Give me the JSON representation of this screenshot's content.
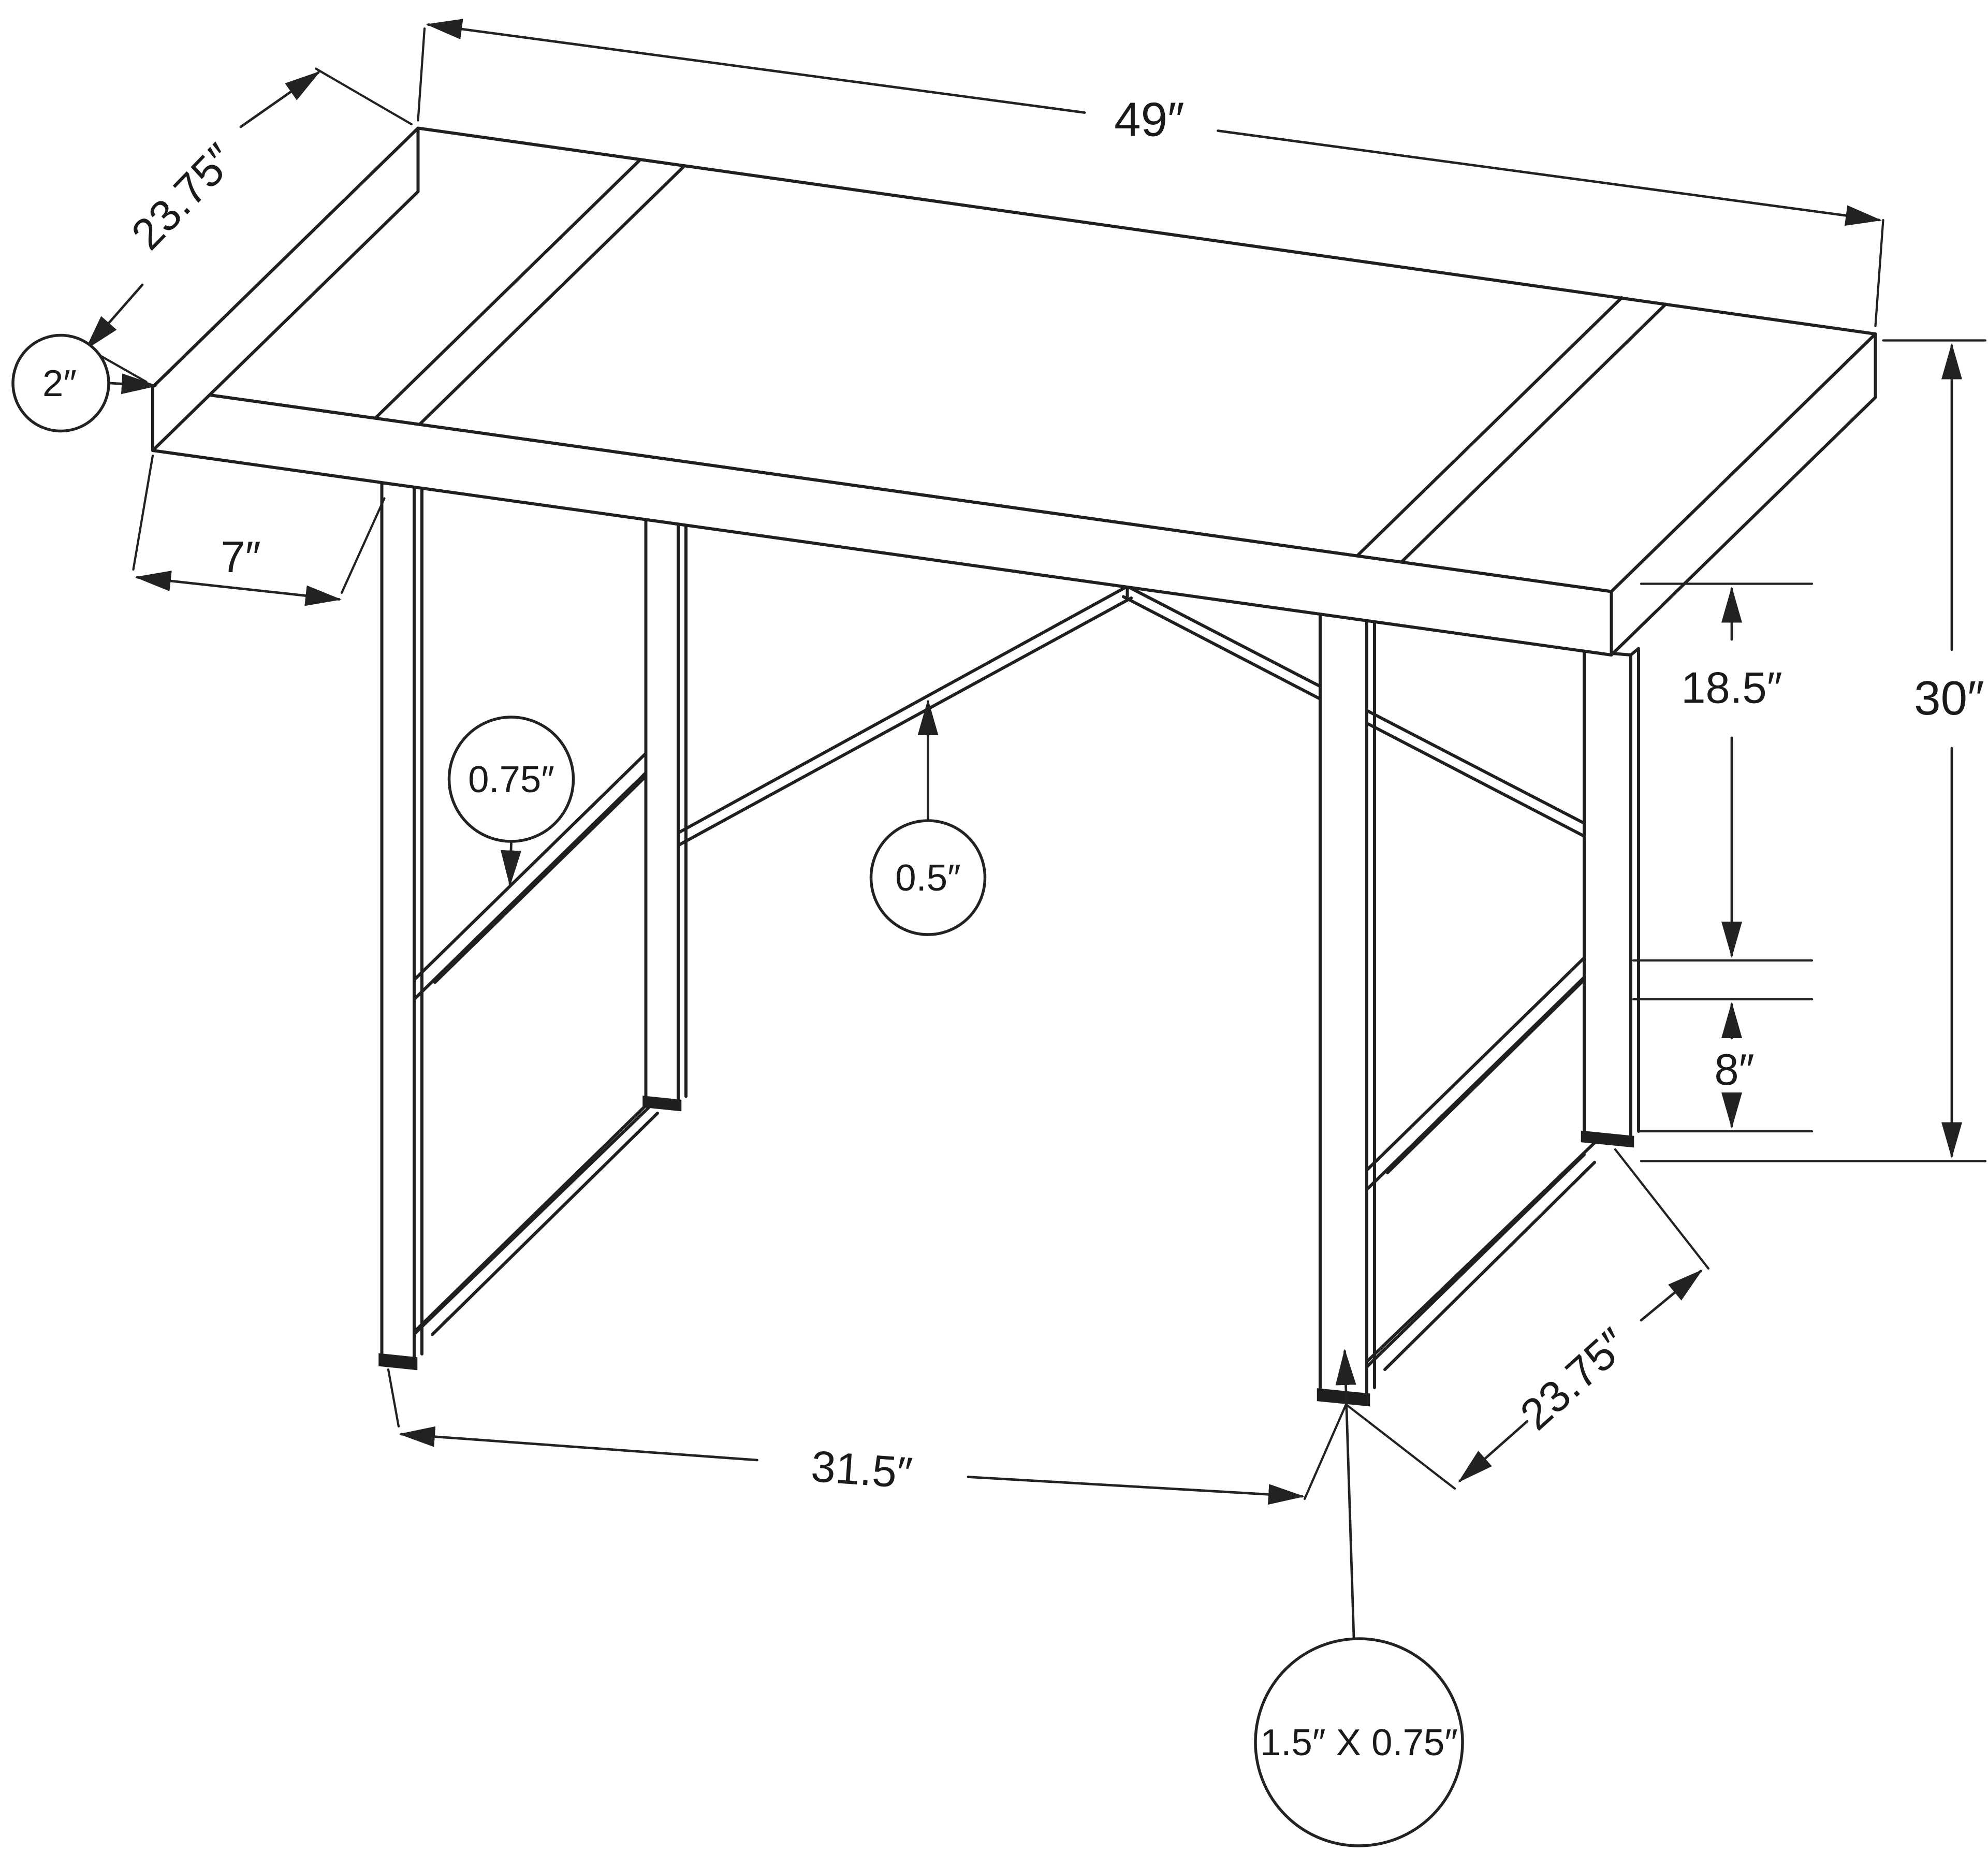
{
  "diagram": {
    "type": "furniture-dimension-drawing",
    "subject": "computer desk isometric line drawing with dimension callouts",
    "colors": {
      "line": "#1f1f1f",
      "text": "#1a1a1a",
      "background": "#ffffff"
    },
    "labels": {
      "top_length": "49″",
      "top_depth": "23.75″",
      "top_thickness": "2″",
      "side_overhang": "7″",
      "shelf_bar_thickness": "0.75″",
      "brace_thickness": "0.5″",
      "top_to_shelf": "18.5″",
      "overall_height": "30″",
      "shelf_to_floor": "8″",
      "leg_spacing": "31.5″",
      "leg_frame_depth": "23.75″",
      "frame_tube_size": "1.5″ X 0.75″"
    }
  }
}
